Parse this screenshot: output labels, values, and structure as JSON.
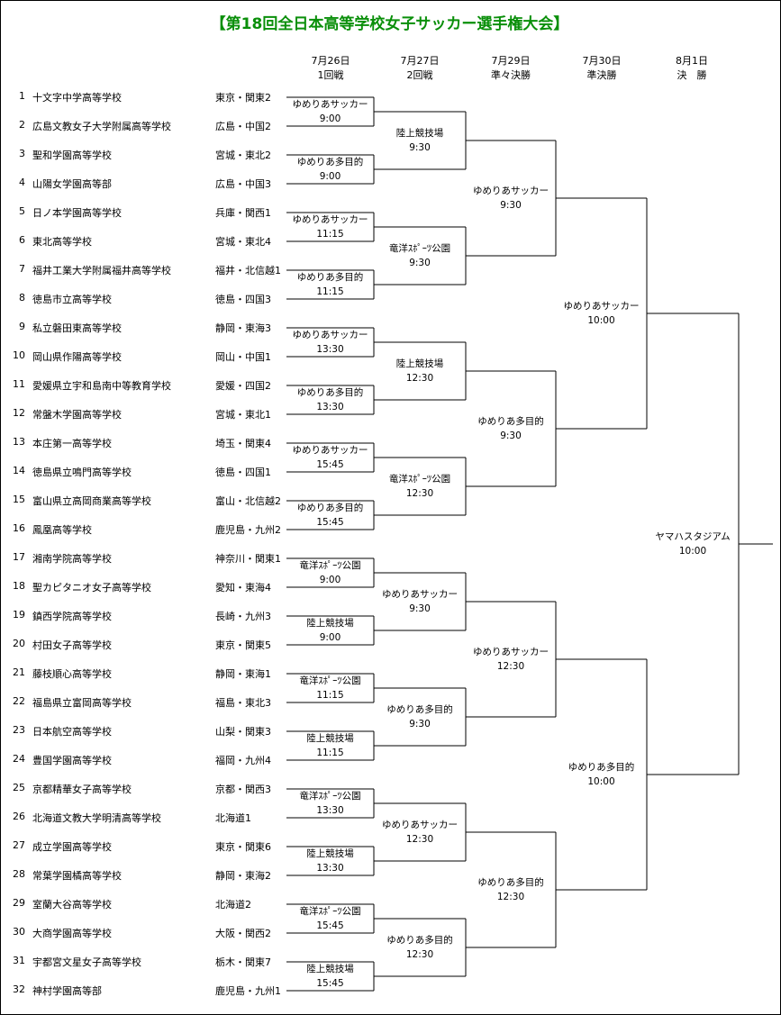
{
  "title": "【第18回全日本高等学校女子サッカー選手権大会】",
  "rounds": [
    {
      "date": "7月26日",
      "name": "1回戦"
    },
    {
      "date": "7月27日",
      "name": "2回戦"
    },
    {
      "date": "7月29日",
      "name": "準々決勝"
    },
    {
      "date": "7月30日",
      "name": "準決勝"
    },
    {
      "date": "8月1日",
      "name": "決　勝"
    }
  ],
  "teams": [
    {
      "no": "1",
      "name": "十文字中学高等学校",
      "region": "東京・関東2"
    },
    {
      "no": "2",
      "name": "広島文教女子大学附属高等学校",
      "region": "広島・中国2"
    },
    {
      "no": "3",
      "name": "聖和学園高等学校",
      "region": "宮城・東北2"
    },
    {
      "no": "4",
      "name": "山陽女学園高等部",
      "region": "広島・中国3"
    },
    {
      "no": "5",
      "name": "日ノ本学園高等学校",
      "region": "兵庫・関西1"
    },
    {
      "no": "6",
      "name": "東北高等学校",
      "region": "宮城・東北4"
    },
    {
      "no": "7",
      "name": "福井工業大学附属福井高等学校",
      "region": "福井・北信越1"
    },
    {
      "no": "8",
      "name": "徳島市立高等学校",
      "region": "徳島・四国3"
    },
    {
      "no": "9",
      "name": "私立磐田東高等学校",
      "region": "静岡・東海3"
    },
    {
      "no": "10",
      "name": "岡山県作陽高等学校",
      "region": "岡山・中国1"
    },
    {
      "no": "11",
      "name": "愛媛県立宇和島南中等教育学校",
      "region": "愛媛・四国2"
    },
    {
      "no": "12",
      "name": "常盤木学園高等学校",
      "region": "宮城・東北1"
    },
    {
      "no": "13",
      "name": "本庄第一高等学校",
      "region": "埼玉・関東4"
    },
    {
      "no": "14",
      "name": "徳島県立鳴門高等学校",
      "region": "徳島・四国1"
    },
    {
      "no": "15",
      "name": "富山県立高岡商業高等学校",
      "region": "富山・北信越2"
    },
    {
      "no": "16",
      "name": "鳳凰高等学校",
      "region": "鹿児島・九州2"
    },
    {
      "no": "17",
      "name": "湘南学院高等学校",
      "region": "神奈川・関東1"
    },
    {
      "no": "18",
      "name": "聖カピタニオ女子高等学校",
      "region": "愛知・東海4"
    },
    {
      "no": "19",
      "name": "鎮西学院高等学校",
      "region": "長崎・九州3"
    },
    {
      "no": "20",
      "name": "村田女子高等学校",
      "region": "東京・関東5"
    },
    {
      "no": "21",
      "name": "藤枝順心高等学校",
      "region": "静岡・東海1"
    },
    {
      "no": "22",
      "name": "福島県立富岡高等学校",
      "region": "福島・東北3"
    },
    {
      "no": "23",
      "name": "日本航空高等学校",
      "region": "山梨・関東3"
    },
    {
      "no": "24",
      "name": "豊国学園高等学校",
      "region": "福岡・九州4"
    },
    {
      "no": "25",
      "name": "京都精華女子高等学校",
      "region": "京都・関西3"
    },
    {
      "no": "26",
      "name": "北海道文教大学明清高等学校",
      "region": "北海道1"
    },
    {
      "no": "27",
      "name": "成立学園高等学校",
      "region": "東京・関東6"
    },
    {
      "no": "28",
      "name": "常葉学園橘高等学校",
      "region": "静岡・東海2"
    },
    {
      "no": "29",
      "name": "室蘭大谷高等学校",
      "region": "北海道2"
    },
    {
      "no": "30",
      "name": "大商学園高等学校",
      "region": "大阪・関西2"
    },
    {
      "no": "31",
      "name": "宇都宮文星女子高等学校",
      "region": "栃木・関東7"
    },
    {
      "no": "32",
      "name": "神村学園高等部",
      "region": "鹿児島・九州1"
    }
  ],
  "r1": [
    {
      "venue": "ゆめりあサッカー",
      "time": "9:00"
    },
    {
      "venue": "ゆめりあ多目的",
      "time": "9:00"
    },
    {
      "venue": "ゆめりあサッカー",
      "time": "11:15"
    },
    {
      "venue": "ゆめりあ多目的",
      "time": "11:15"
    },
    {
      "venue": "ゆめりあサッカー",
      "time": "13:30"
    },
    {
      "venue": "ゆめりあ多目的",
      "time": "13:30"
    },
    {
      "venue": "ゆめりあサッカー",
      "time": "15:45"
    },
    {
      "venue": "ゆめりあ多目的",
      "time": "15:45"
    },
    {
      "venue": "竜洋ｽﾎﾟｰﾂ公園",
      "time": "9:00"
    },
    {
      "venue": "陸上競技場",
      "time": "9:00"
    },
    {
      "venue": "竜洋ｽﾎﾟｰﾂ公園",
      "time": "11:15"
    },
    {
      "venue": "陸上競技場",
      "time": "11:15"
    },
    {
      "venue": "竜洋ｽﾎﾟｰﾂ公園",
      "time": "13:30"
    },
    {
      "venue": "陸上競技場",
      "time": "13:30"
    },
    {
      "venue": "竜洋ｽﾎﾟｰﾂ公園",
      "time": "15:45"
    },
    {
      "venue": "陸上競技場",
      "time": "15:45"
    }
  ],
  "r2": [
    {
      "venue": "陸上競技場",
      "time": "9:30"
    },
    {
      "venue": "竜洋ｽﾎﾟｰﾂ公園",
      "time": "9:30"
    },
    {
      "venue": "陸上競技場",
      "time": "12:30"
    },
    {
      "venue": "竜洋ｽﾎﾟｰﾂ公園",
      "time": "12:30"
    },
    {
      "venue": "ゆめりあサッカー",
      "time": "9:30"
    },
    {
      "venue": "ゆめりあ多目的",
      "time": "9:30"
    },
    {
      "venue": "ゆめりあサッカー",
      "time": "12:30"
    },
    {
      "venue": "ゆめりあ多目的",
      "time": "12:30"
    }
  ],
  "qf": [
    {
      "venue": "ゆめりあサッカー",
      "time": "9:30"
    },
    {
      "venue": "ゆめりあ多目的",
      "time": "9:30"
    },
    {
      "venue": "ゆめりあサッカー",
      "time": "12:30"
    },
    {
      "venue": "ゆめりあ多目的",
      "time": "12:30"
    }
  ],
  "sf": [
    {
      "venue": "ゆめりあサッカー",
      "time": "10:00"
    },
    {
      "venue": "ゆめりあ多目的",
      "time": "10:00"
    }
  ],
  "final": {
    "venue": "ヤマハスタジアム",
    "time": "10:00"
  }
}
